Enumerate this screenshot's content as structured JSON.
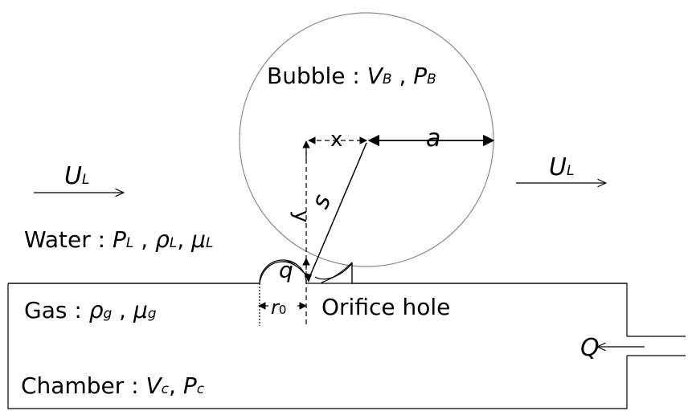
{
  "labels": {
    "bubble": {
      "main": "Bubble : ",
      "v": "V",
      "v_sub": "B",
      "sep": " , ",
      "p": "P",
      "p_sub": "B"
    },
    "flow_left": {
      "u": "U",
      "u_sub": "L"
    },
    "flow_right": {
      "u": "U",
      "u_sub": "L"
    },
    "water": {
      "main": "Water : ",
      "p": "P",
      "p_sub": "L",
      "sep1": " , ",
      "rho": "ρ",
      "rho_sub": "L",
      "sep2": ", ",
      "mu": "μ",
      "mu_sub": "L"
    },
    "gas": {
      "main": "Gas : ",
      "rho": "ρ",
      "rho_sub": "g",
      "sep": " , ",
      "mu": "μ",
      "mu_sub": "g"
    },
    "chamber": {
      "main": "Chamber : ",
      "v": "V",
      "v_sub": "c",
      "sep": ", ",
      "p": "P",
      "p_sub": "c"
    },
    "orifice": "Orifice hole",
    "q_small": "q",
    "q_flow": "Q",
    "x": "x",
    "y": "y",
    "a": "a",
    "s": "s",
    "r0": {
      "r": "r",
      "sub": "0"
    }
  },
  "colors": {
    "line": "#000000",
    "circle": "#8a8a8a",
    "background": "#ffffff"
  }
}
